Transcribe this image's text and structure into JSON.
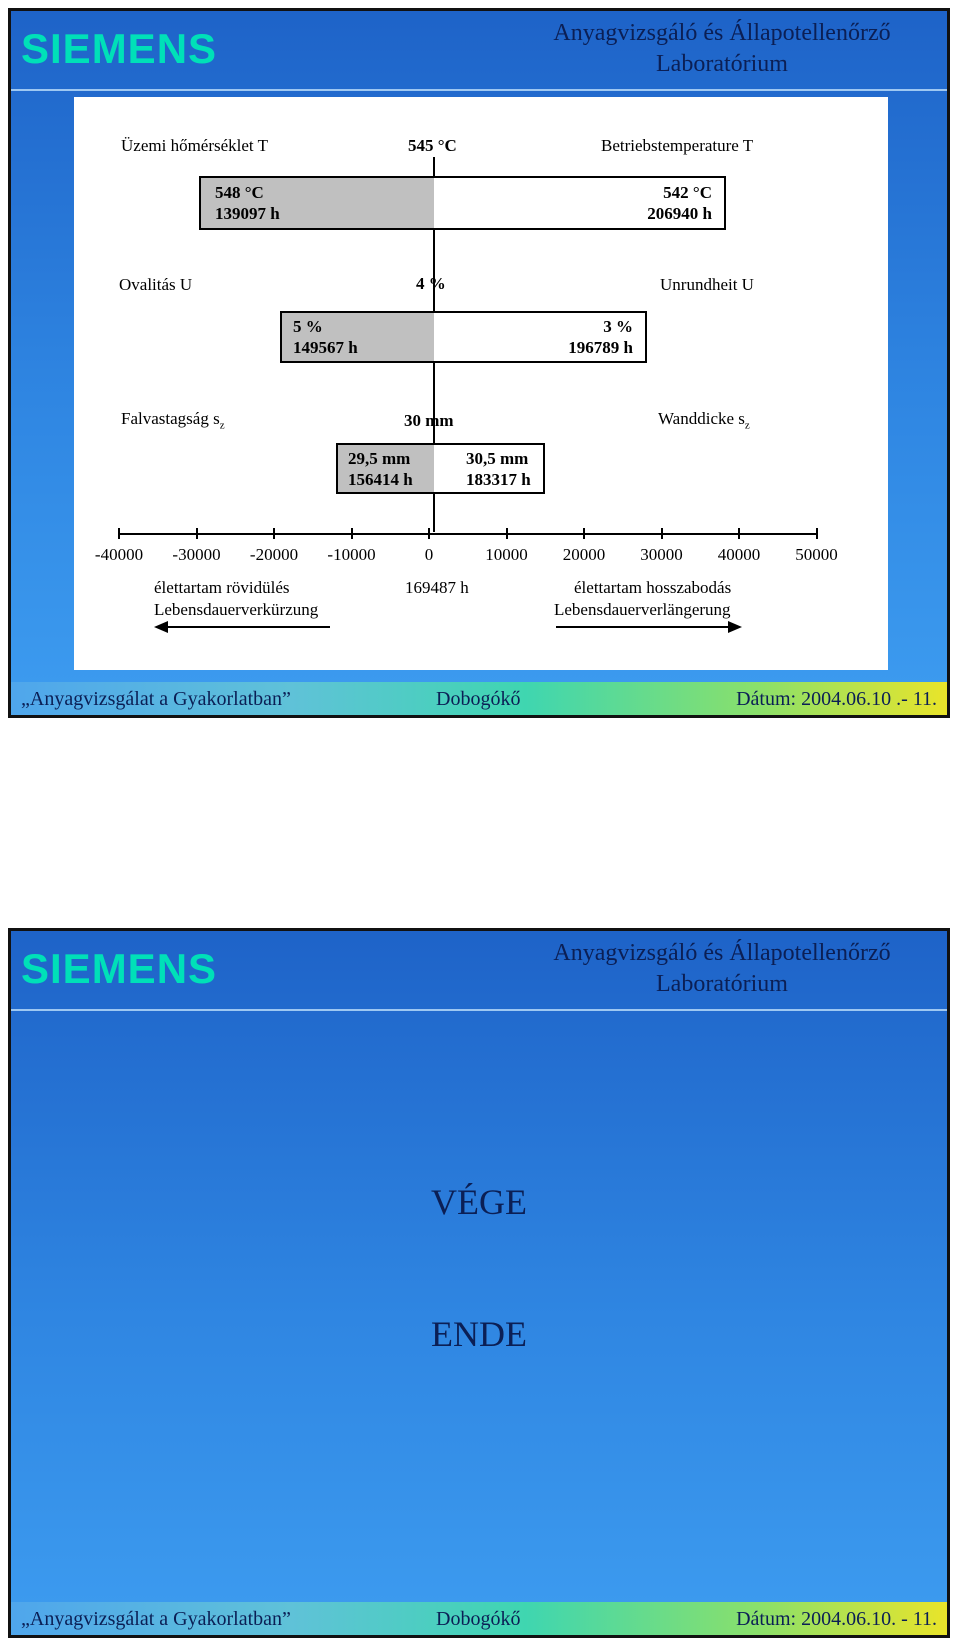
{
  "header": {
    "logo": "SIEMENS",
    "lab_line1": "Anyagvizsgáló és Állapotellenőrző",
    "lab_line2": "Laboratórium"
  },
  "slide1": {
    "rows": {
      "temp": {
        "label_hu": "Üzemi hőmérséklet T",
        "center": "545 °C",
        "label_de": "Betriebstemperature T",
        "left_val": "548 °C",
        "left_hours": "139097 h",
        "right_val": "542 °C",
        "right_hours": "206940 h"
      },
      "oval": {
        "label_hu": "Ovalitás U",
        "center": "4 %",
        "label_de": "Unrundheit U",
        "left_val": "5 %",
        "left_hours": "149567 h",
        "right_val": "3 %",
        "right_hours": "196789 h"
      },
      "wall": {
        "label_hu": "Falvastagság s",
        "label_hu_sub": "z",
        "center": "30 mm",
        "label_de": "Wanddicke s",
        "label_de_sub": "z",
        "left_val": "29,5 mm",
        "left_hours": "156414 h",
        "right_val": "30,5 mm",
        "right_hours": "183317 h"
      }
    },
    "axis": {
      "ticks": [
        "-40000",
        "-30000",
        "-20000",
        "-10000",
        "0",
        "10000",
        "20000",
        "30000",
        "40000",
        "50000"
      ],
      "center_hours": "169487 h",
      "shorten_hu": "élettartam rövidülés",
      "shorten_de": "Lebensdauerverkürzung",
      "extend_hu": "élettartam hosszabodás",
      "extend_de": "Lebensdauerverlängerung"
    },
    "footer": {
      "left": "„Anyagvizsgálat a Gyakorlatban”",
      "mid": "Dobogókő",
      "right": "Dátum: 2004.06.10 .- 11."
    }
  },
  "slide2": {
    "line1": "VÉGE",
    "line2": "ENDE",
    "footer": {
      "left": "„Anyagvizsgálat a Gyakorlatban”",
      "mid": "Dobogókő",
      "right": "Dátum: 2004.06.10. - 11."
    }
  },
  "colors": {
    "logo": "#00e0b8",
    "title_text": "#0b1f55",
    "bar_gray": "#c0c0c0"
  }
}
